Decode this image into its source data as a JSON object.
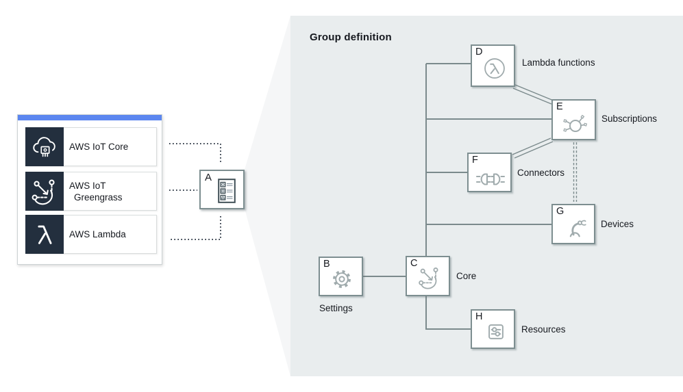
{
  "colors": {
    "accent_blue_bar": "#5b86f0",
    "aws_squid_ink": "#232f3e",
    "panel_background": "#e9edee",
    "funnel_background": "#f5f6f7",
    "diagram_line_gray": "#7b8a8c",
    "node_icon_gray": "#a0abad",
    "text": "#16191f",
    "dotted_line": "#1b2634"
  },
  "icons": {
    "services": [
      "iot-core-cloud-icon",
      "greengrass-icon",
      "lambda-icon"
    ],
    "a": "group-definition-list-icon",
    "b": "gear-icon",
    "c": "greengrass-core-icon",
    "d": "lambda-circle-icon",
    "e": "subscriptions-hub-icon",
    "f": "connector-plugs-icon",
    "g": "robot-arm-icon",
    "h": "sliders-icon"
  },
  "services_panel": {
    "items": [
      {
        "lines": [
          "AWS IoT Core",
          ""
        ]
      },
      {
        "lines": [
          "AWS IoT",
          "Greengrass"
        ]
      },
      {
        "lines": [
          "AWS Lambda",
          ""
        ]
      }
    ]
  },
  "connector": {
    "letter": "A"
  },
  "group": {
    "title": "Group definition",
    "nodes": [
      {
        "letter": "D",
        "label": "Lambda functions"
      },
      {
        "letter": "E",
        "label": "Subscriptions"
      },
      {
        "letter": "F",
        "label": "Connectors"
      },
      {
        "letter": "G",
        "label": "Devices"
      },
      {
        "letter": "B",
        "label": "Settings"
      },
      {
        "letter": "C",
        "label": "Core"
      },
      {
        "letter": "H",
        "label": "Resources"
      }
    ]
  }
}
